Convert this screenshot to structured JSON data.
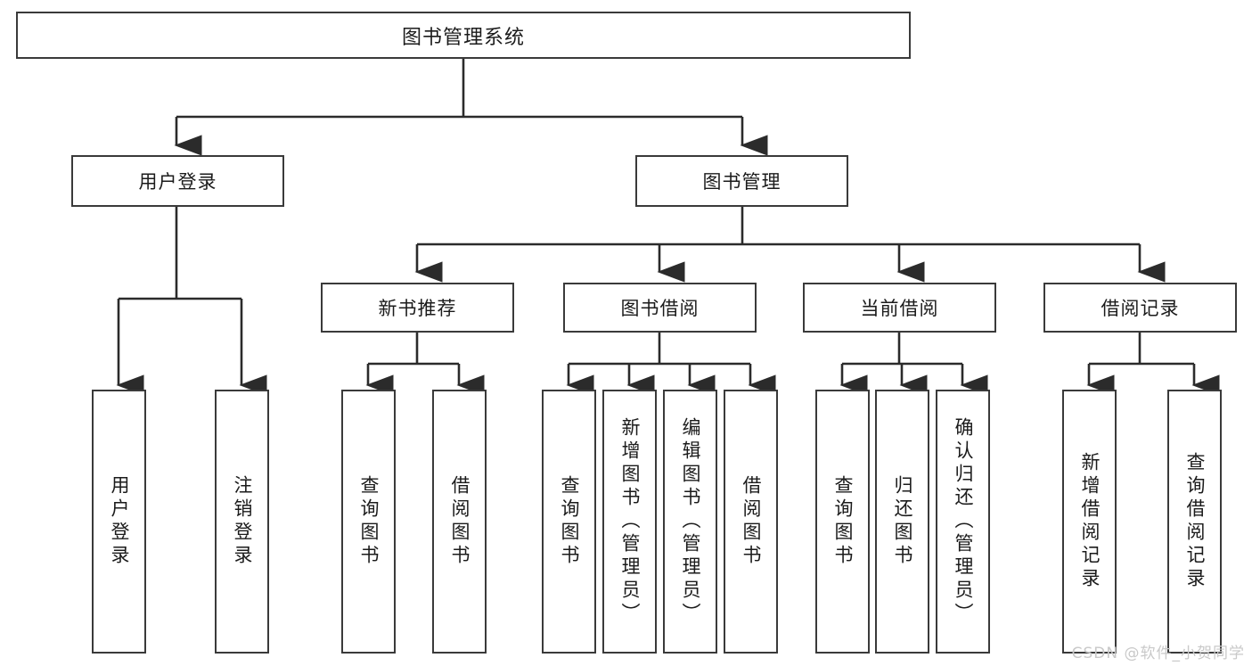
{
  "diagram": {
    "title": "图书管理系统",
    "type": "tree",
    "watermark": "CSDN @软件_小贺同学",
    "colors": {
      "box_border": "#3a3a3a",
      "box_fill": "#ffffff",
      "connector": "#2b2b2b",
      "text": "#1b1b1b",
      "watermark": "#c9c9c9",
      "background": "#ffffff"
    },
    "root": {
      "label": "图书管理系统"
    },
    "level2": [
      {
        "label": "用户登录"
      },
      {
        "label": "图书管理"
      }
    ],
    "level3": [
      {
        "label": "新书推荐"
      },
      {
        "label": "图书借阅"
      },
      {
        "label": "当前借阅"
      },
      {
        "label": "借阅记录"
      }
    ],
    "leaves": {
      "user_login": [
        {
          "label": "用户登录"
        },
        {
          "label": "注销登录"
        }
      ],
      "new_book": [
        {
          "label": "查询图书"
        },
        {
          "label": "借阅图书"
        }
      ],
      "borrow_book": [
        {
          "label": "查询图书"
        },
        {
          "label": "新增图书（管理员）"
        },
        {
          "label": "编辑图书（管理员）"
        },
        {
          "label": "借阅图书"
        }
      ],
      "current_borrow": [
        {
          "label": "查询图书"
        },
        {
          "label": "归还图书"
        },
        {
          "label": "确认归还（管理员）"
        }
      ],
      "borrow_record": [
        {
          "label": "新增借阅记录"
        },
        {
          "label": "查询借阅记录"
        }
      ]
    }
  }
}
